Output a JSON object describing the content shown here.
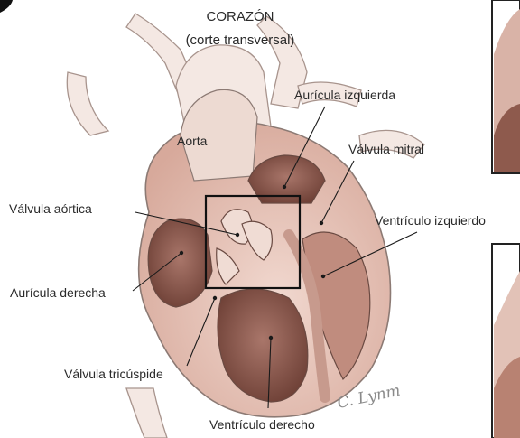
{
  "title": {
    "line1": "CORAZÓN",
    "line2": "(corte transversal)"
  },
  "labels": {
    "aorta": "Aorta",
    "auricula_izquierda": "Aurícula izquierda",
    "valvula_mitral": "Válvula mitral",
    "valvula_aortica": "Válvula aórtica",
    "ventriculo_izquierdo": "Ventrículo izquierdo",
    "auricula_derecha": "Aurícula derecha",
    "valvula_tricuspide": "Válvula tricúspide",
    "ventriculo_derecho": "Ventrículo derecho"
  },
  "signature": "C. Lynm",
  "colors": {
    "muscle": "#e9c9bd",
    "muscle_dark": "#b98576",
    "chamber": "#7d4b3f",
    "outline": "#8c7a74",
    "vessel": "#f3e6e0",
    "leader": "#1a1a1a"
  }
}
